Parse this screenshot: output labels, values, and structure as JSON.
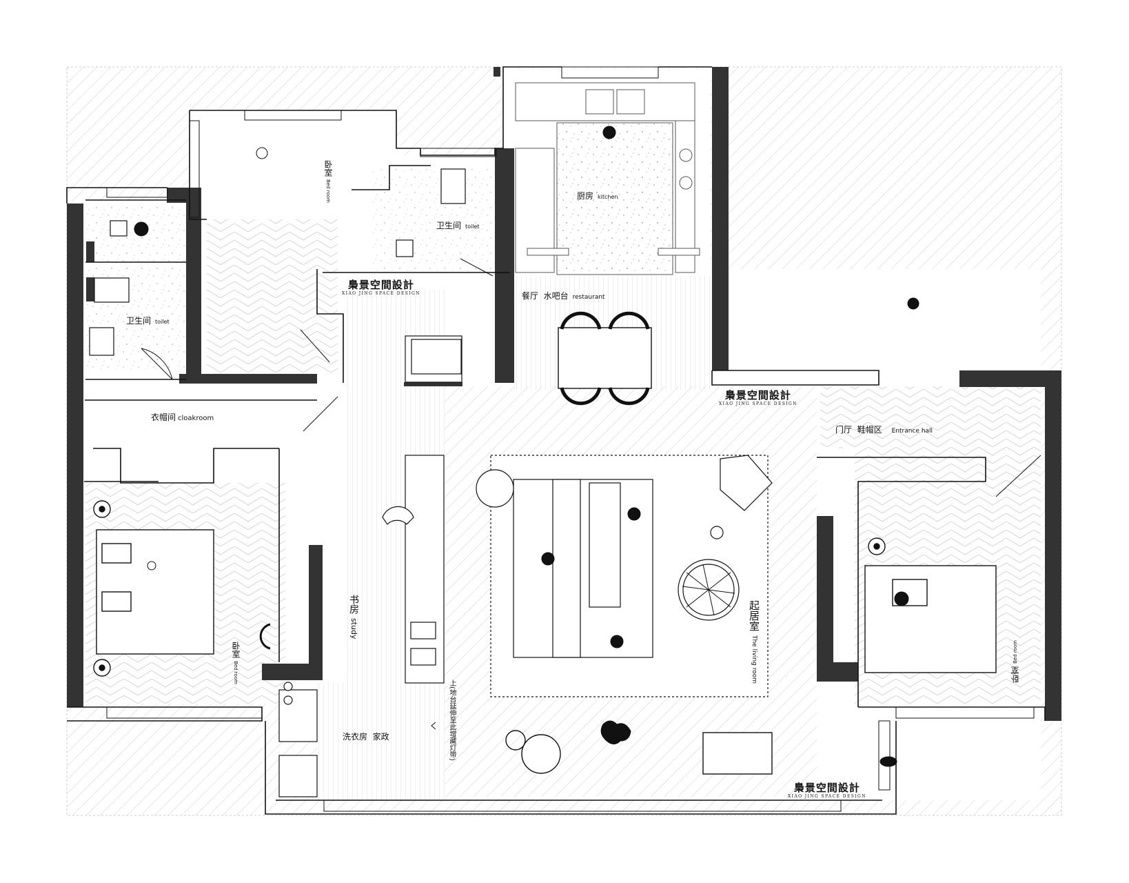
{
  "rooms": {
    "bedroom_top": {
      "zh": "卧室",
      "en": "Bed room"
    },
    "bedroom_left": {
      "zh": "卧室",
      "en": "Bed room"
    },
    "bedroom_right": {
      "zh": "卧室",
      "en": "Bed room"
    },
    "toilet_left": {
      "zh": "卫生间",
      "en": "toilet"
    },
    "toilet_mid": {
      "zh": "卫生间",
      "en": "toilet"
    },
    "kitchen": {
      "zh": "厨房",
      "en": "kitchen"
    },
    "restaurant": {
      "zh": "餐厅  水吧台",
      "en": "restaurant"
    },
    "cloakroom": {
      "zh": "衣帽间",
      "en": "cloakroom"
    },
    "study": {
      "zh": "书房",
      "en": "study"
    },
    "living": {
      "zh": "起居室",
      "en": "The living room"
    },
    "entrance": {
      "zh": "门厅  鞋帽区",
      "en": "Entrance hall"
    },
    "laundry": {
      "zh": "洗衣房  家政"
    }
  },
  "notes": {
    "stair_note": "上(地台延伸至此增藏灯带)"
  },
  "brand": {
    "name_cn": "梟景空間設計",
    "name_en": "XIAO JING SPACE DESIGN"
  },
  "colors": {
    "wall": "#333333",
    "line": "#111111",
    "hatch": "#cfcfcf"
  }
}
